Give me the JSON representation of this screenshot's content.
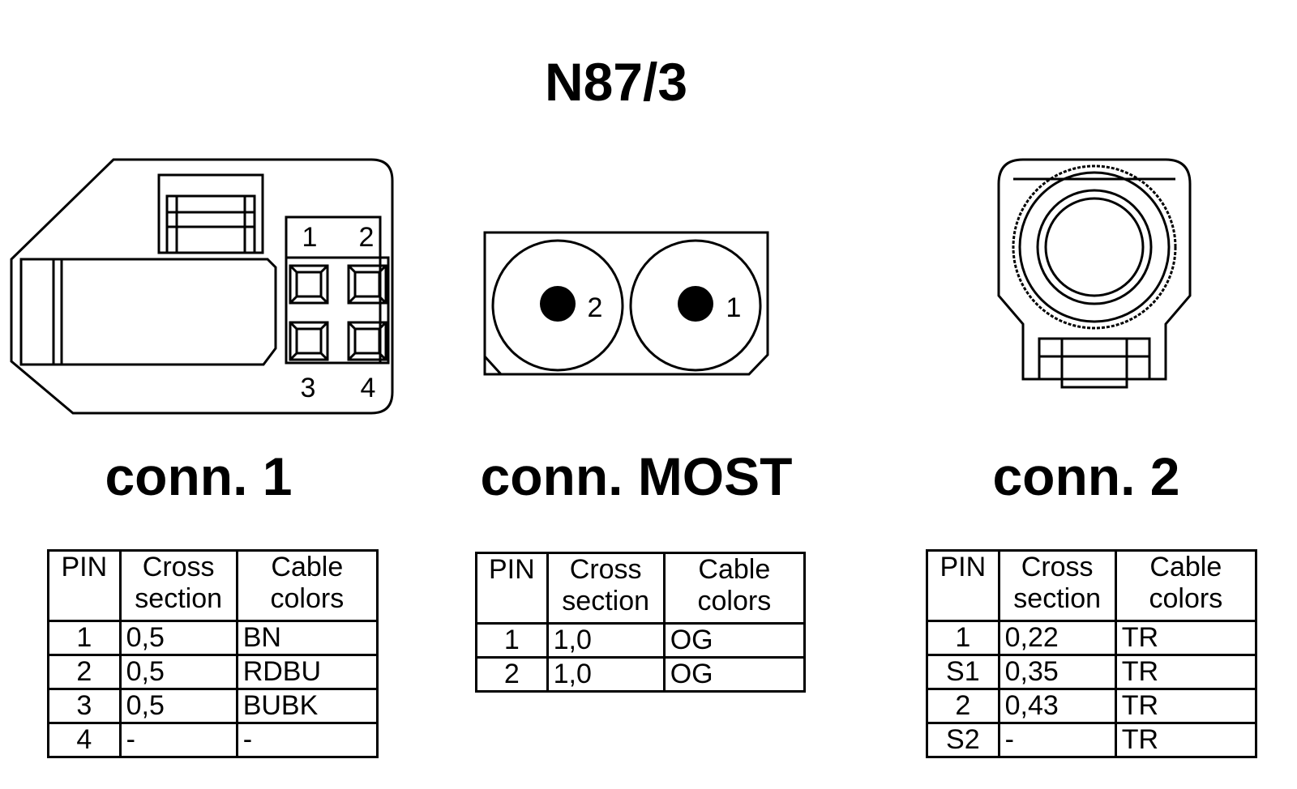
{
  "title": "N87/3",
  "connectors": [
    {
      "label": "conn. 1",
      "pin_labels": [
        "1",
        "2",
        "3",
        "4"
      ],
      "table": {
        "headers": [
          "PIN",
          "Cross section",
          "Cable colors"
        ],
        "rows": [
          [
            "1",
            "0,5",
            "BN"
          ],
          [
            "2",
            "0,5",
            "RDBU"
          ],
          [
            "3",
            "0,5",
            "BUBK"
          ],
          [
            "4",
            "-",
            "-"
          ]
        ]
      }
    },
    {
      "label": "conn. MOST",
      "pin_labels": [
        "2",
        "1"
      ],
      "table": {
        "headers": [
          "PIN",
          "Cross section",
          "Cable colors"
        ],
        "rows": [
          [
            "1",
            "1,0",
            "OG"
          ],
          [
            "2",
            "1,0",
            "OG"
          ]
        ]
      }
    },
    {
      "label": "conn. 2",
      "table": {
        "headers": [
          "PIN",
          "Cross section",
          "Cable colors"
        ],
        "rows": [
          [
            "1",
            "0,22",
            "TR"
          ],
          [
            "S1",
            "0,35",
            "TR"
          ],
          [
            "2",
            "0,43",
            "TR"
          ],
          [
            "S2",
            "-",
            "TR"
          ]
        ]
      }
    }
  ]
}
